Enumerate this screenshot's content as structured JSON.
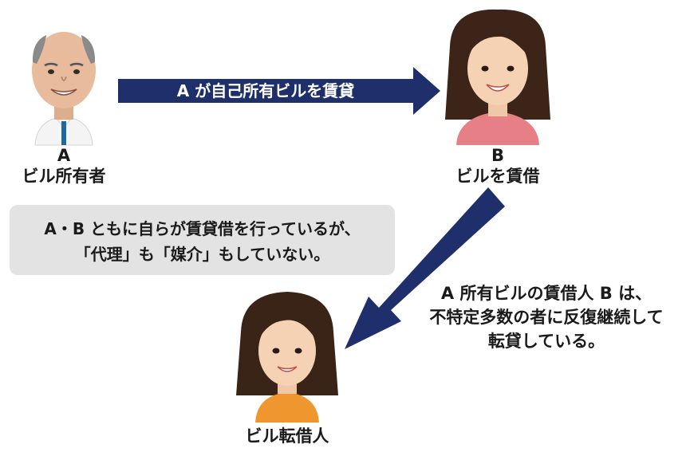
{
  "persons": {
    "a": {
      "letter": "A",
      "role": "ビル所有者"
    },
    "b": {
      "letter": "B",
      "role": "ビルを賃借"
    },
    "c": {
      "role": "ビル転借人"
    }
  },
  "arrow_a_to_b": {
    "label": "A が自己所有ビルを賃貸"
  },
  "note": {
    "line1": "A・B ともに自らが賃貸借を行っているが、",
    "line2": "「代理」も「媒介」もしていない。"
  },
  "description": {
    "line1": "A 所有ビルの賃借人 B は、",
    "line2": "不特定多数の者に反復継続して",
    "line3": "転貸している。"
  },
  "colors": {
    "arrow": "#1f2f6b",
    "note_bg": "#e3e3e3",
    "a_tie": "#1e6aa0",
    "b_top": "#e77f86",
    "c_top": "#f0962e"
  }
}
